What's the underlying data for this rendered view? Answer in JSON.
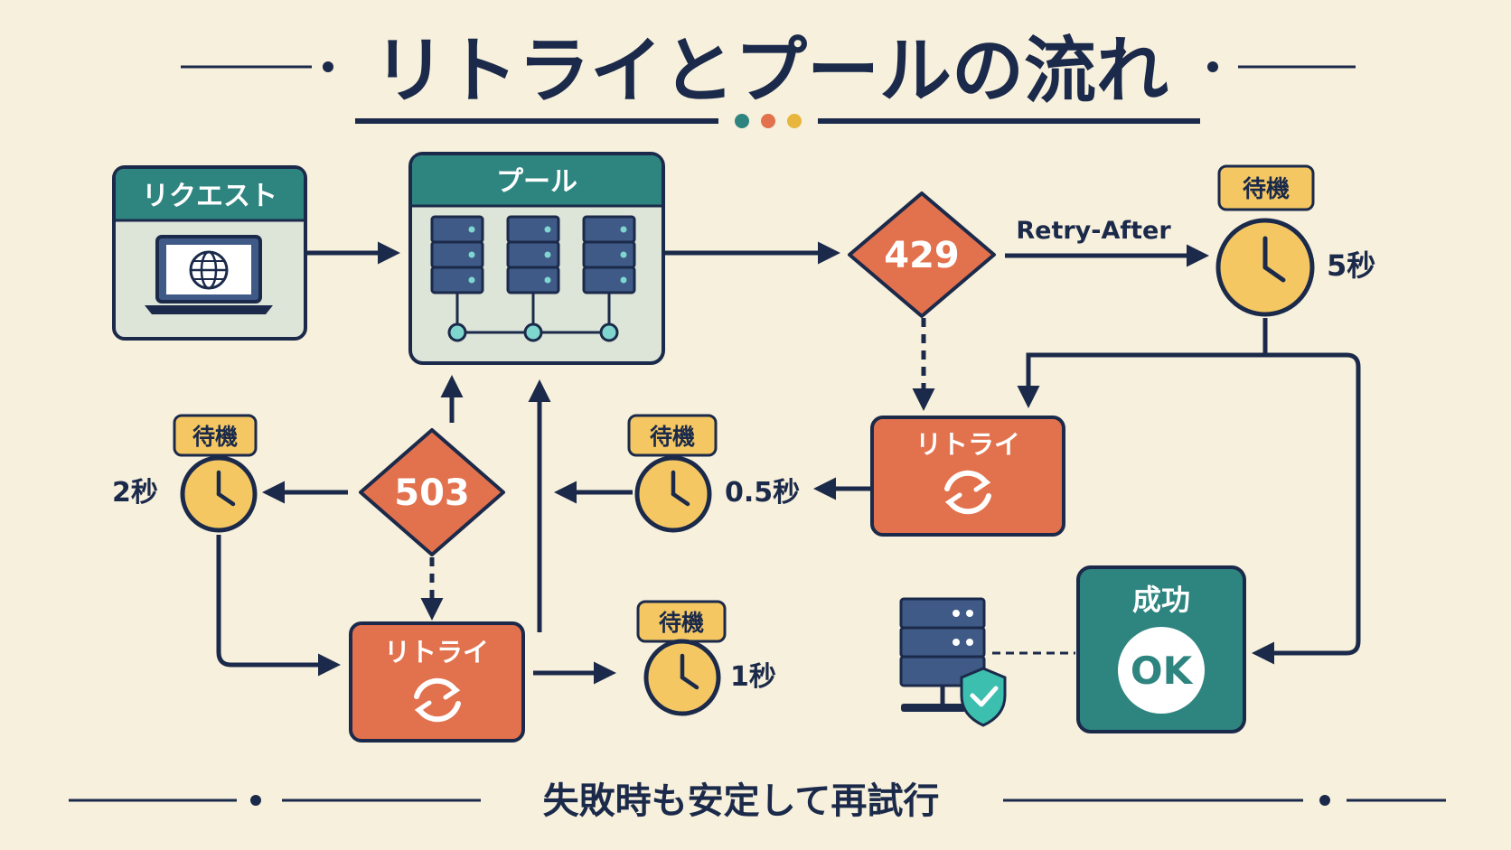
{
  "title": "リトライとプールの流れ",
  "subtitle": "失敗時も安定して再試行",
  "nodes": {
    "request": {
      "label": "リクエスト"
    },
    "pool": {
      "label": "プール"
    },
    "code429": {
      "label": "429"
    },
    "code503": {
      "label": "503"
    },
    "retry_top": {
      "label": "リトライ"
    },
    "retry_bottom": {
      "label": "リトライ"
    },
    "success": {
      "label": "成功",
      "ok": "OK"
    }
  },
  "edge_labels": {
    "retry_after": "Retry-After"
  },
  "waits": {
    "wait_5s": {
      "badge": "待機",
      "time": "5秒"
    },
    "wait_2s": {
      "badge": "待機",
      "time": "2秒"
    },
    "wait_05s": {
      "badge": "待機",
      "time": "0.5秒"
    },
    "wait_1s": {
      "badge": "待機",
      "time": "1秒"
    }
  },
  "colors": {
    "navy": "#1b2a4a",
    "teal": "#2e847f",
    "orange": "#e2714d",
    "yellow": "#f4c763",
    "panel": "#dde4d8",
    "server": "#3f5a86",
    "background": "#f7f0dc"
  },
  "icons": [
    "laptop-globe-icon",
    "server-rack-icon",
    "clock-icon",
    "refresh-icon",
    "shield-check-icon"
  ]
}
